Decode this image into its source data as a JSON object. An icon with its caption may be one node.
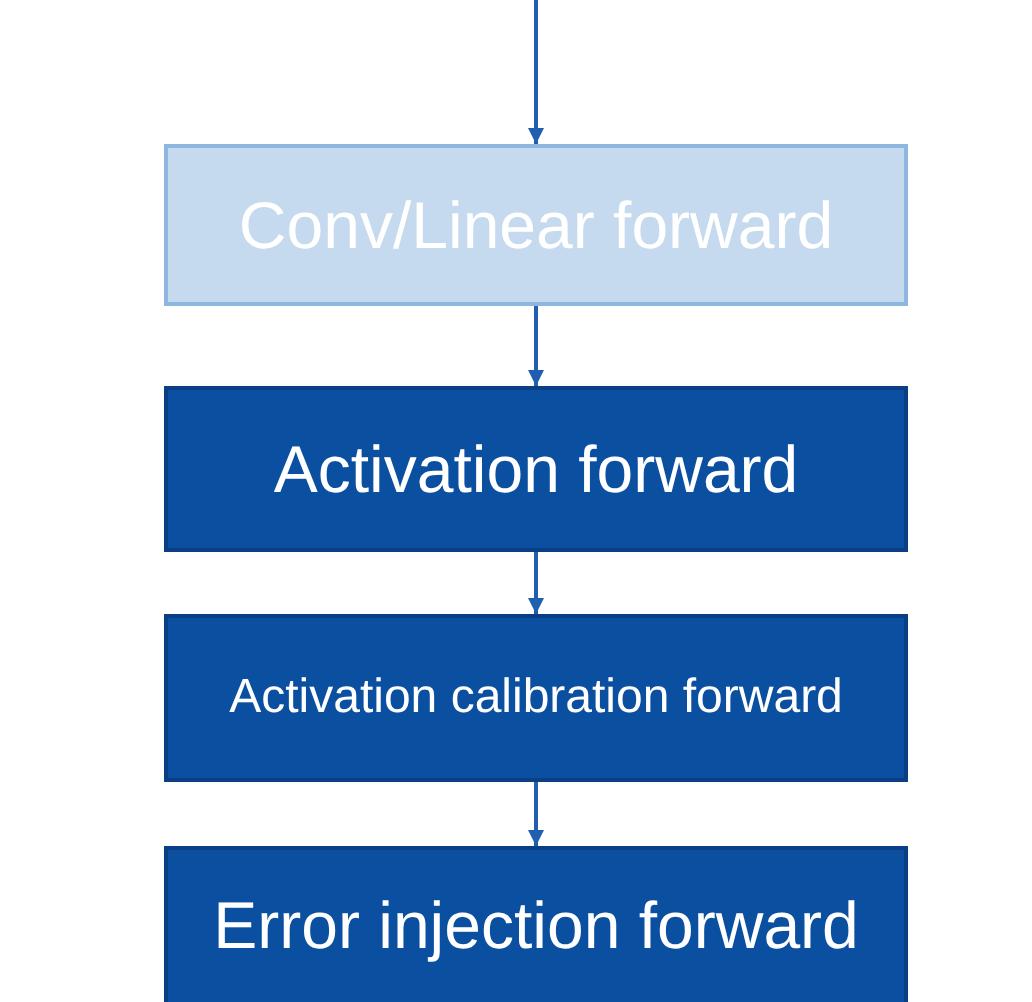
{
  "diagram": {
    "nodes": [
      {
        "text": [
          "Conv/Linear forward"
        ]
      },
      {
        "text": [
          "Activation forward"
        ]
      },
      {
        "text": [
          "Activation calibration forward"
        ]
      },
      {
        "text": [
          "Error injection forward"
        ]
      }
    ],
    "edges": [
      {
        "from": null,
        "to": 0,
        "arrow": "to"
      },
      {
        "from": 0,
        "to": 1,
        "arrow": "to"
      },
      {
        "from": 1,
        "to": 2,
        "arrow": "to"
      },
      {
        "from": 2,
        "to": 3,
        "arrow": "to"
      }
    ]
  }
}
